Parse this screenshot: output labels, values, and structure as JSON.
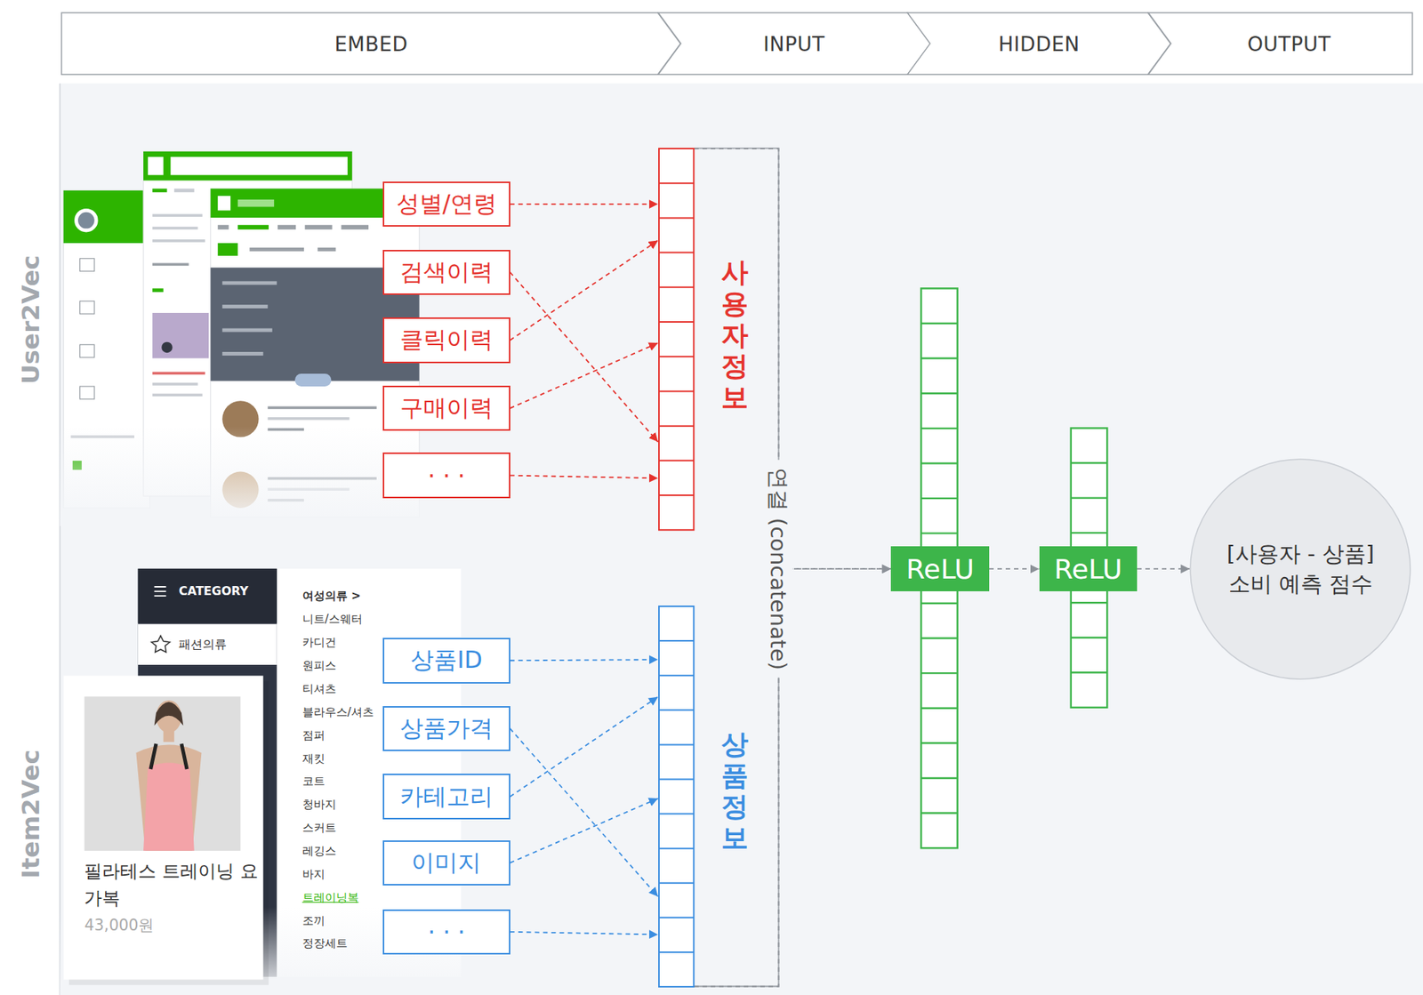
{
  "diagram": {
    "nodes": [
      {
        "text": [
          "EMBED"
        ]
      },
      {
        "text": [
          "INPUT"
        ]
      },
      {
        "text": [
          "HIDDEN"
        ]
      },
      {
        "text": [
          "OUTPUT"
        ]
      },
      {
        "text": [
          "성별/연령"
        ]
      },
      {
        "text": [
          "검색이력"
        ]
      },
      {
        "text": [
          "클릭이력"
        ]
      },
      {
        "text": [
          "구매이력"
        ]
      },
      {
        "text": [
          "· · ·"
        ]
      },
      {
        "text": [
          "사용자정보"
        ]
      },
      {
        "text": [
          "상품ID"
        ]
      },
      {
        "text": [
          "상품가격"
        ]
      },
      {
        "text": [
          "카테고리"
        ]
      },
      {
        "text": [
          "이미지"
        ]
      },
      {
        "text": [
          "· · ·"
        ]
      },
      {
        "text": [
          "상품정보"
        ]
      },
      {
        "text": [
          "ReLU"
        ]
      },
      {
        "text": [
          "ReLU"
        ]
      },
      {
        "text": [
          "[사용자 - 상품] 소비 예측 점수"
        ]
      }
    ],
    "edges": [
      {
        "from": 4,
        "to": 9,
        "arrow": "to"
      },
      {
        "from": 5,
        "to": 9,
        "arrow": "to"
      },
      {
        "from": 6,
        "to": 9,
        "arrow": "to"
      },
      {
        "from": 7,
        "to": 9,
        "arrow": "to"
      },
      {
        "from": 8,
        "to": 9,
        "arrow": "to"
      },
      {
        "from": 10,
        "to": 15,
        "arrow": "to"
      },
      {
        "from": 11,
        "to": 15,
        "arrow": "to"
      },
      {
        "from": 12,
        "to": 15,
        "arrow": "to"
      },
      {
        "from": 13,
        "to": 15,
        "arrow": "to"
      },
      {
        "from": 14,
        "to": 15,
        "arrow": "to"
      },
      {
        "from": 9,
        "to": 16,
        "arrow": "to"
      },
      {
        "from": 15,
        "to": 16,
        "arrow": "to"
      },
      {
        "from": 16,
        "to": 17,
        "arrow": "to"
      },
      {
        "from": 17,
        "to": 18,
        "arrow": "to"
      }
    ],
    "labels": [
      "User2Vec",
      "Item2Vec",
      "연결 (concatenate)",
      "CATEGORY",
      "패션의류",
      "여성의류 >",
      "니트/스웨터",
      "카디건",
      "원피스",
      "티셔츠",
      "블라우스/셔츠",
      "점퍼",
      "재킷",
      "코트",
      "청바지",
      "스커트",
      "레깅스",
      "바지",
      "트레이닝복",
      "조끼",
      "정장세트",
      "필라테스 트레이닝 요가복",
      "43,000원"
    ]
  }
}
